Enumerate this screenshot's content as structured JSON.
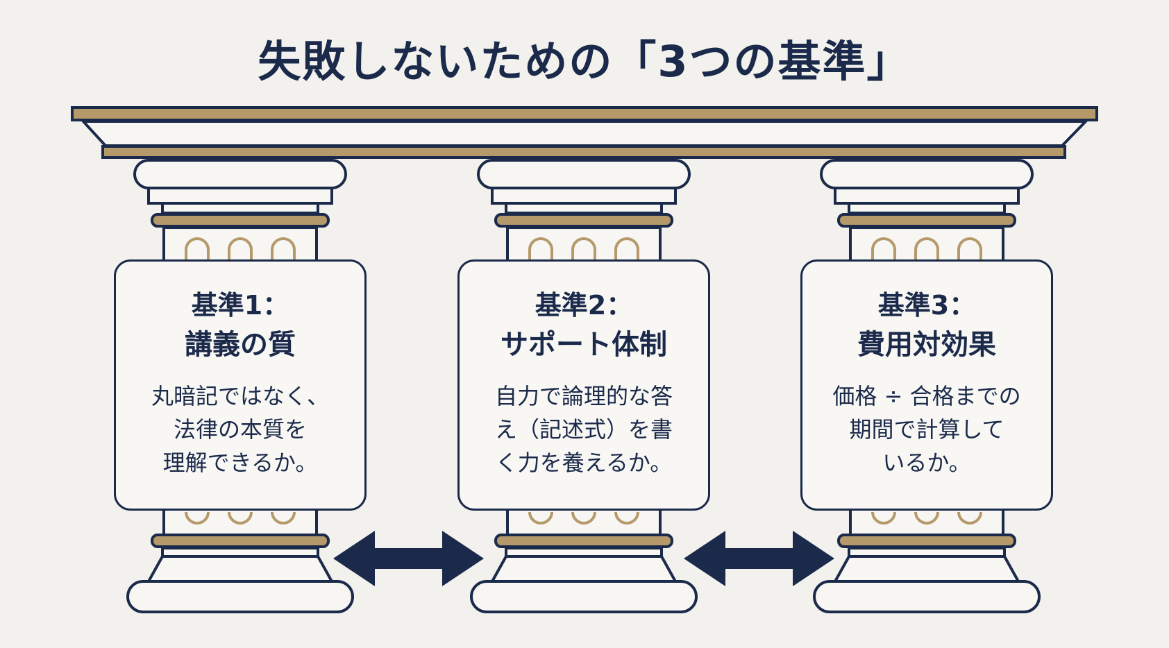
{
  "title": "失敗しないための「3つの基準」",
  "criteria": [
    {
      "heading": "基準1：",
      "name": "講義の質",
      "description": "丸暗記ではなく、\n法律の本質を\n理解できるか。"
    },
    {
      "heading": "基準2：",
      "name": "サポート体制",
      "description": "自力で論理的な答\nえ（記述式）を書\nく力を養えるか。"
    },
    {
      "heading": "基準3：",
      "name": "費用対効果",
      "description": "価格 ÷ 合格までの\n期間で計算して\nいるか。"
    }
  ],
  "colors": {
    "navy": "#1b2a4a",
    "gold": "#b5996a",
    "background": "#f2f1ed",
    "card": "#f8f7f4"
  },
  "icons": {
    "connector": "double-headed-arrow-icon"
  }
}
